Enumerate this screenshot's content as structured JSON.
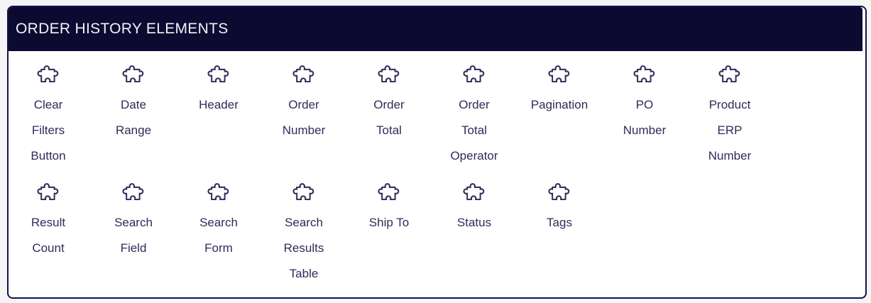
{
  "panel": {
    "title": "ORDER HISTORY ELEMENTS",
    "item_icon": "puzzle-icon",
    "items": [
      {
        "label": "Clear Filters Button"
      },
      {
        "label": "Date Range"
      },
      {
        "label": "Header"
      },
      {
        "label": "Order Number"
      },
      {
        "label": "Order Total"
      },
      {
        "label": "Order Total Operator"
      },
      {
        "label": "Pagination"
      },
      {
        "label": "PO Number"
      },
      {
        "label": "Product ERP Number"
      },
      {
        "label": "Result Count"
      },
      {
        "label": "Search Field"
      },
      {
        "label": "Search Form"
      },
      {
        "label": "Search Results Table"
      },
      {
        "label": "Ship To"
      },
      {
        "label": "Status"
      },
      {
        "label": "Tags"
      }
    ]
  },
  "colors": {
    "header_bg": "#0d0a32",
    "panel_border": "#161245",
    "label_text": "#2f2b59",
    "icon_stroke": "#2f2b59",
    "title_text": "#f2f2f5",
    "page_bg": "#f5f5f7",
    "panel_bg": "#ffffff"
  }
}
